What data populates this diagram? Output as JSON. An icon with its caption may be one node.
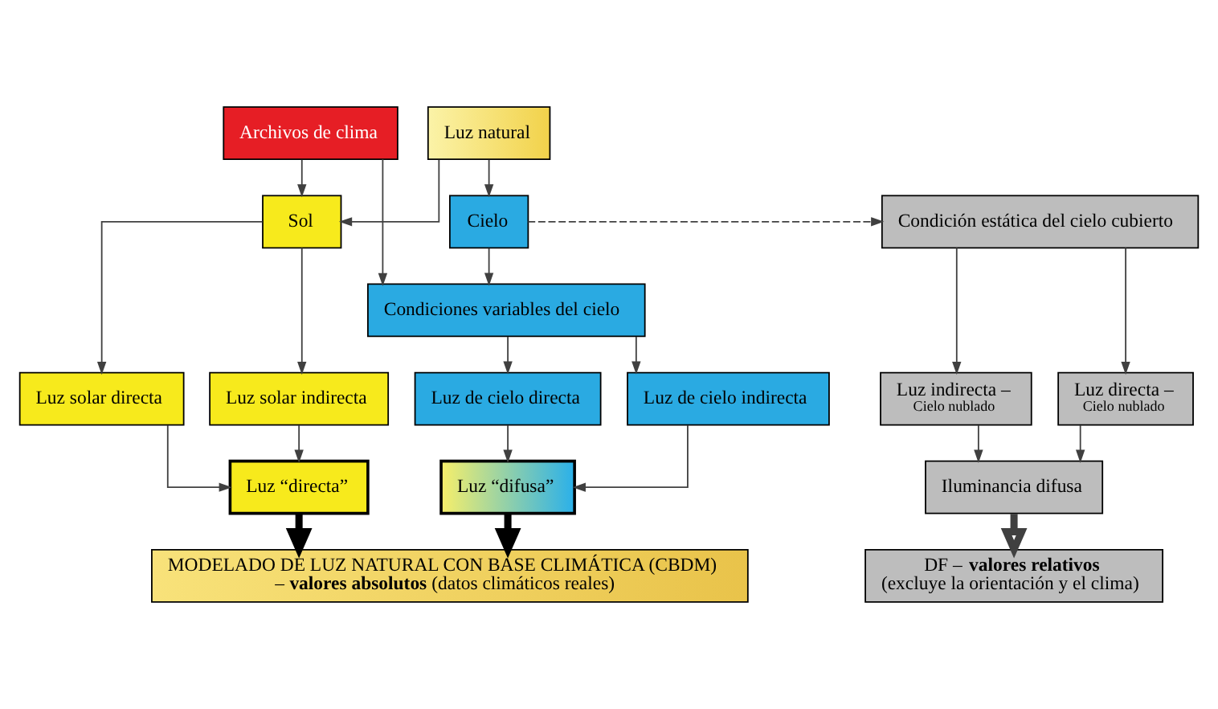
{
  "diagram": {
    "nodes": [
      {
        "text": [
          "Luz natural"
        ]
      },
      {
        "text": [
          "Sol"
        ]
      },
      {
        "text": [
          "Archivos de clima"
        ]
      },
      {
        "text": [
          "Cielo"
        ]
      },
      {
        "text": [
          "Condición estática del cielo cubierto"
        ]
      },
      {
        "text": [
          "Condiciones variables del cielo"
        ]
      },
      {
        "text": [
          "Luz solar directa"
        ]
      },
      {
        "text": [
          "Luz solar indirecta"
        ]
      },
      {
        "text": [
          "Luz de cielo directa"
        ]
      },
      {
        "text": [
          "Luz de cielo indirecta"
        ]
      },
      {
        "text": [
          "Luz directa –",
          "Cielo nublado"
        ]
      },
      {
        "text": [
          "Luz indirecta –",
          "Cielo nublado"
        ]
      },
      {
        "text": [
          "Luz “directa”"
        ]
      },
      {
        "text": [
          "Luz “difusa”"
        ]
      },
      {
        "text": [
          "Iluminancia difusa"
        ]
      },
      {
        "text": [
          "MODELADO DE LUZ NATURAL CON BASE CLIMÁTICA (CBDM)",
          "– **valores absolutos** (datos climáticos reales)"
        ]
      },
      {
        "text": [
          "DF – **valores relativos**",
          "(excluye la orientación y el clima)"
        ]
      }
    ],
    "edges": [
      {
        "from": 0,
        "to": 1,
        "arrow": "to"
      },
      {
        "from": 0,
        "to": 3,
        "arrow": "to"
      },
      {
        "from": 2,
        "to": 1,
        "arrow": "to"
      },
      {
        "from": 2,
        "to": 5,
        "arrow": "to"
      },
      {
        "from": 3,
        "to": 5,
        "arrow": "to"
      },
      {
        "from": 3,
        "to": 4,
        "arrow": "to",
        "style": "dashed"
      },
      {
        "from": 1,
        "to": 6,
        "arrow": "to"
      },
      {
        "from": 1,
        "to": 7,
        "arrow": "to"
      },
      {
        "from": 5,
        "to": 8,
        "arrow": "to"
      },
      {
        "from": 5,
        "to": 9,
        "arrow": "to"
      },
      {
        "from": 4,
        "to": 10,
        "arrow": "to"
      },
      {
        "from": 4,
        "to": 11,
        "arrow": "to"
      },
      {
        "from": 6,
        "to": 12,
        "arrow": "to"
      },
      {
        "from": 7,
        "to": 12,
        "arrow": "to"
      },
      {
        "from": 8,
        "to": 13,
        "arrow": "to"
      },
      {
        "from": 9,
        "to": 13,
        "arrow": "to"
      },
      {
        "from": 10,
        "to": 14,
        "arrow": "to"
      },
      {
        "from": 11,
        "to": 14,
        "arrow": "to"
      },
      {
        "from": 12,
        "to": 15,
        "arrow": "to",
        "style": "thick",
        "color": "#000000"
      },
      {
        "from": 13,
        "to": 15,
        "arrow": "to",
        "style": "thick",
        "color": "#000000"
      },
      {
        "from": 14,
        "to": 16,
        "arrow": "to",
        "style": "thick"
      }
    ]
  }
}
